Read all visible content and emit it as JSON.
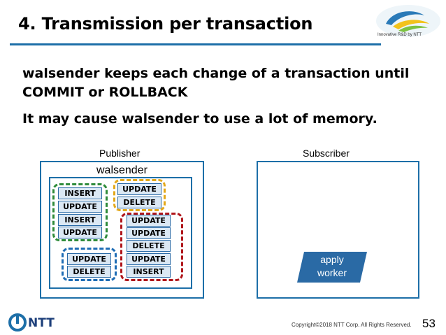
{
  "slide": {
    "title": "4. Transmission per transaction",
    "body_lines": [
      "walsender keeps each change of a transaction until",
      "COMMIT or ROLLBACK",
      "It may cause walsender to use a lot of memory."
    ],
    "logo_tagline": "Innovative R&D by NTT",
    "copyright": "Copyright©2018 NTT Corp. All Rights Reserved.",
    "page_number": "53",
    "company": "NTT",
    "accent_color": "#1d6fa8"
  },
  "diagram": {
    "publisher_label": "Publisher",
    "subscriber_label": "Subscriber",
    "walsender_label": "walsender",
    "apply_worker_label": [
      "apply",
      "worker"
    ],
    "groups": {
      "green": [
        "INSERT",
        "UPDATE",
        "INSERT",
        "UPDATE"
      ],
      "yellow": [
        "UPDATE",
        "DELETE"
      ],
      "red": [
        "UPDATE",
        "UPDATE",
        "DELETE",
        "UPDATE",
        "INSERT"
      ],
      "blue": [
        "UPDATE",
        "DELETE"
      ]
    },
    "group_colors": {
      "green": "#2e8b3a",
      "yellow": "#e3a81a",
      "red": "#b0161b",
      "blue": "#1f6db5"
    }
  }
}
